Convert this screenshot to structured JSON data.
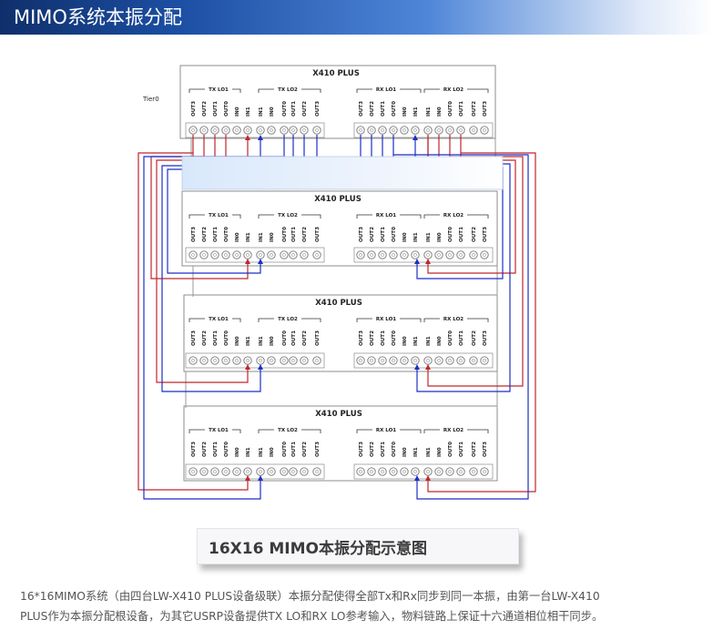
{
  "header": {
    "title": "MIMO系统本振分配"
  },
  "diagram": {
    "device_label": "X410 PLUS",
    "tier_label": "Tier0",
    "group_labels": [
      "TX LO1",
      "TX LO2",
      "RX LO1",
      "RX LO2"
    ],
    "ports_left": [
      "OUT3",
      "OUT2",
      "OUT1",
      "OUT0",
      "IN0",
      "IN1"
    ],
    "ports_right": [
      "IN1",
      "IN0",
      "OUT0",
      "OUT1",
      "OUT2",
      "OUT3"
    ],
    "colors": {
      "red": "#c0262c",
      "blue": "#1a2fc8",
      "line": "#9a9a9a"
    }
  },
  "caption": {
    "text": "16X16 MIMO本振分配示意图"
  },
  "description": {
    "line1": "16*16MIMO系统（由四台LW-X410 PLUS设备级联）本振分配使得全部Tx和Rx同步到同一本振，由第一台LW-X410",
    "line2": "PLUS作为本振分配根设备，为其它USRP设备提供TX LO和RX LO参考输入，物料链路上保证十六通道相位相干同步。"
  }
}
